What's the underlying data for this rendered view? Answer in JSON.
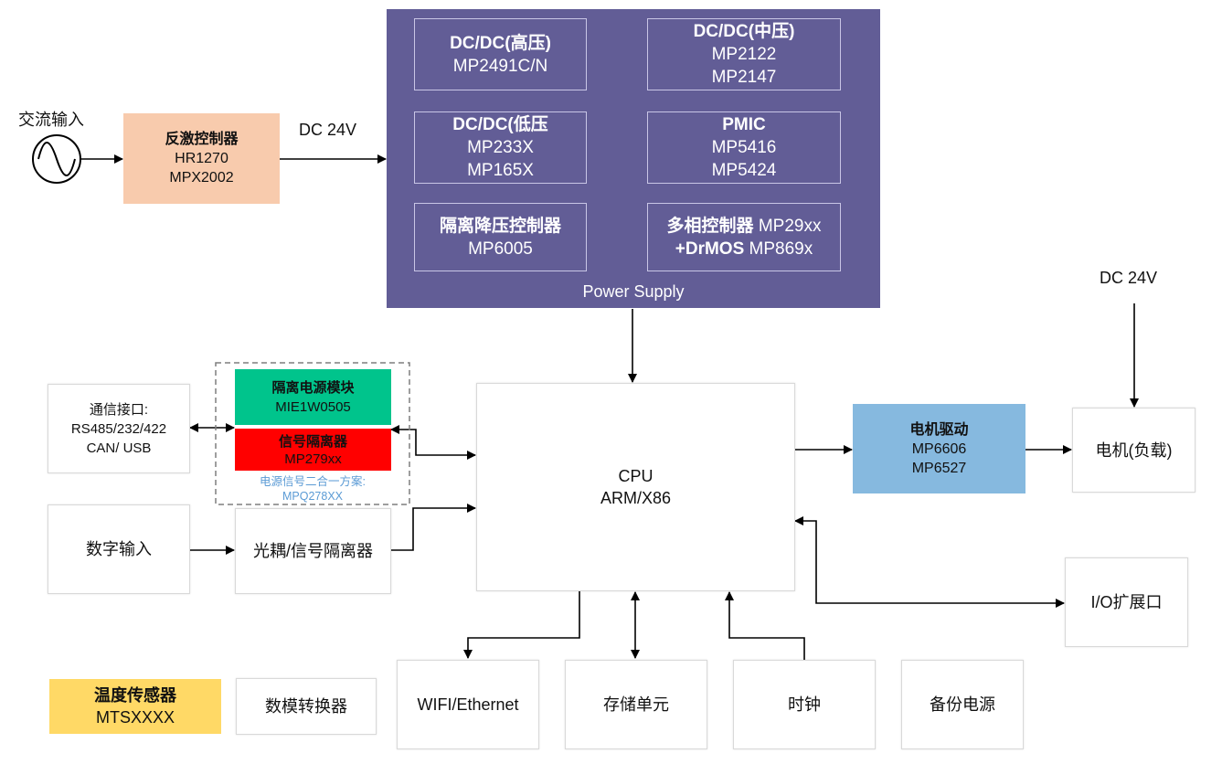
{
  "ac_input": "交流输入",
  "flyback": {
    "title": "反激控制器",
    "lines": [
      "HR1270",
      "MPX2002"
    ]
  },
  "dc24_top": "DC 24V",
  "power_supply": {
    "label": "Power Supply",
    "blocks": {
      "high": {
        "title": "DC/DC(高压)",
        "lines": [
          "MP2491C/N"
        ]
      },
      "mid": {
        "title": "DC/DC(中压)",
        "lines": [
          "MP2122",
          "MP2147"
        ]
      },
      "low": {
        "title": "DC/DC(低压",
        "lines": [
          "MP233X",
          "MP165X"
        ]
      },
      "pmic": {
        "title": "PMIC",
        "lines": [
          "MP5416",
          "MP5424"
        ]
      },
      "isolated": {
        "title": "隔离降压控制器",
        "lines": [
          "MP6005"
        ]
      },
      "multiphase": {
        "line1_bold": "多相控制器",
        "line1_rest": " MP29xx",
        "line2_bold": "+DrMOS",
        "line2_rest": " MP869x"
      }
    }
  },
  "dc24_right": "DC 24V",
  "comm": {
    "lines": [
      "通信接口:",
      "RS485/232/422",
      "CAN/ USB"
    ]
  },
  "iso_power": {
    "title": "隔离电源模块",
    "line": "MIE1W0505"
  },
  "signal_isolator": {
    "title": "信号隔离器",
    "line": "MP279xx"
  },
  "combo_note": {
    "line1": "电源信号二合一方案:",
    "line2": "MPQ278XX"
  },
  "digital_input": "数字输入",
  "optocoupler": "光耦/信号隔离器",
  "cpu": {
    "line1": "CPU",
    "line2": "ARM/X86"
  },
  "motor_driver": {
    "title": "电机驱动",
    "lines": [
      "MP6606",
      "MP6527"
    ]
  },
  "motor": "电机(负载)",
  "io_port": "I/O扩展口",
  "temp_sensor": {
    "title": "温度传感器",
    "line": "MTSXXXX"
  },
  "dac": "数模转换器",
  "wifi": "WIFI/Ethernet",
  "storage": "存储单元",
  "clock": "时钟",
  "backup_power": "备份电源",
  "colors": {
    "power_supply_bg": "#625d96",
    "flyback_bg": "#f8cbad",
    "iso_power_bg": "#00c48c",
    "signal_isolator_bg": "#ff0000",
    "motor_driver_bg": "#86b9df",
    "temp_sensor_bg": "#ffd966",
    "combo_note_text": "#5b9bd5"
  }
}
